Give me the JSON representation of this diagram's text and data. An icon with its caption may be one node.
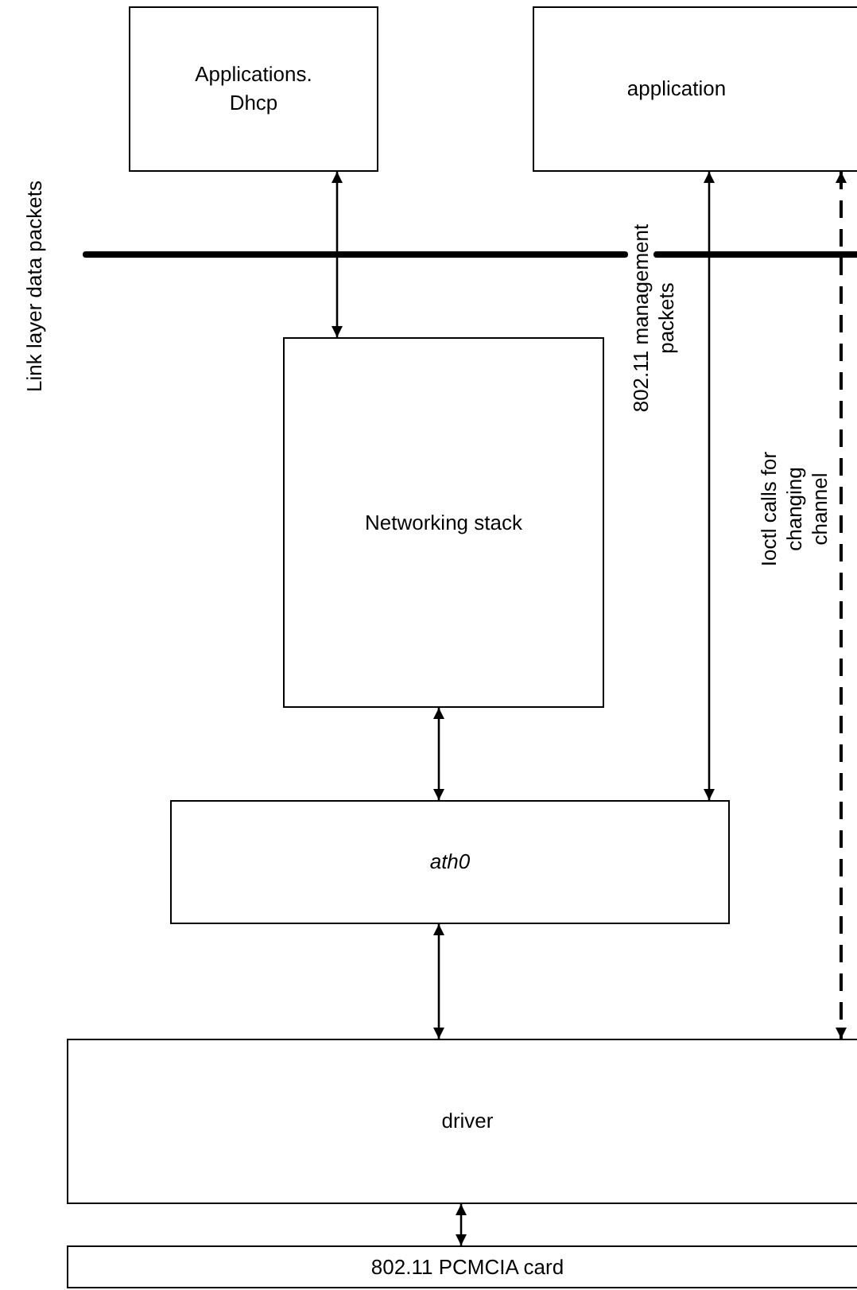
{
  "diagram": {
    "nodes": [
      {
        "text": [
          "Applications. Dhcp"
        ]
      },
      {
        "text": [
          "application"
        ]
      },
      {
        "text": [
          "Networking stack"
        ]
      },
      {
        "text": [
          "ath0"
        ]
      },
      {
        "text": [
          "driver"
        ]
      },
      {
        "text": [
          "802.11 PCMCIA card"
        ]
      }
    ],
    "edges": [
      {
        "from": 0,
        "to": 2,
        "arrow": "both"
      },
      {
        "from": 2,
        "to": 3,
        "arrow": "both"
      },
      {
        "from": 1,
        "to": 3,
        "arrow": "both",
        "label": "802.11 management packets"
      },
      {
        "from": 1,
        "to": 4,
        "arrow": "both",
        "style": "dashed",
        "label": "Ioctl calls for changing channel"
      },
      {
        "from": 3,
        "to": 4,
        "arrow": "both"
      },
      {
        "from": 4,
        "to": 5,
        "arrow": "both"
      }
    ],
    "labels": [
      "Link layer data packets"
    ]
  }
}
